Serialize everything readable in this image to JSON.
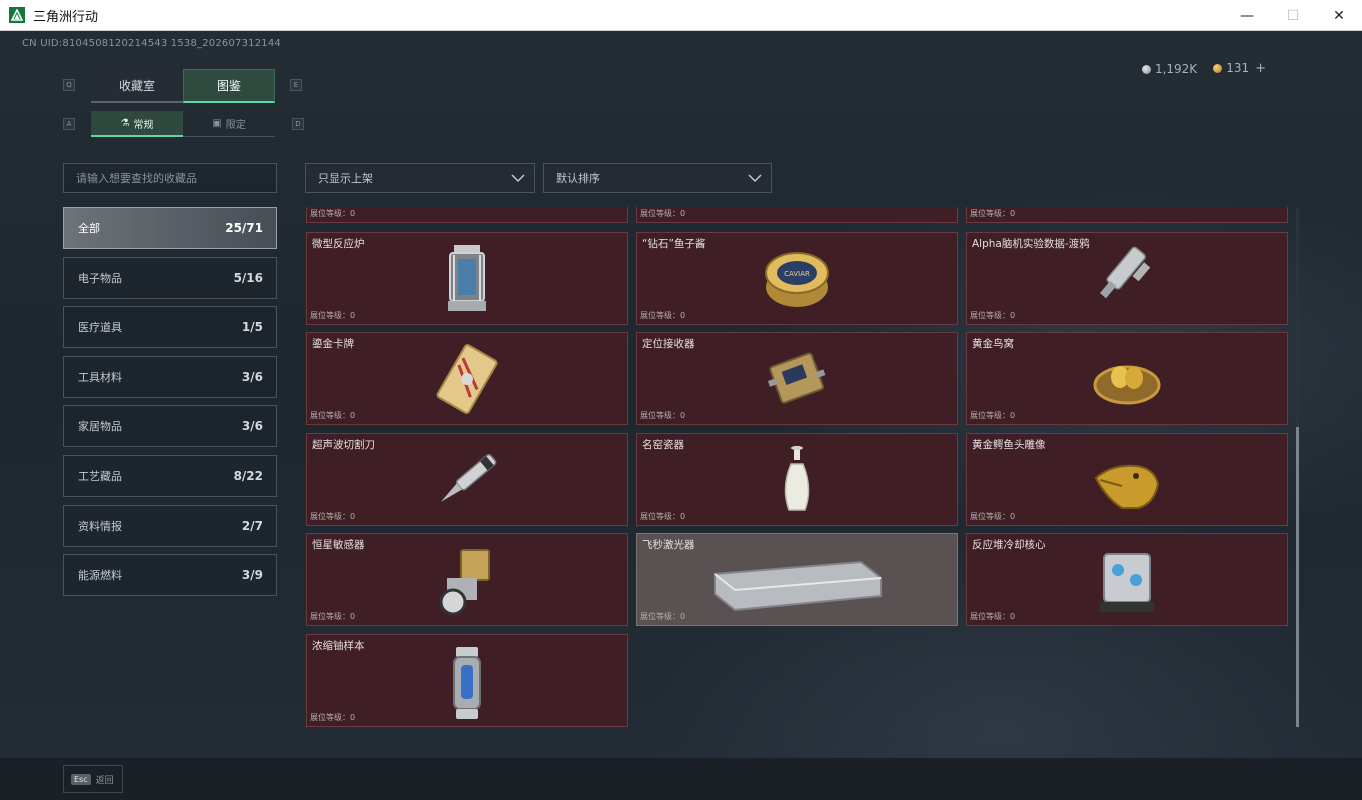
{
  "window": {
    "title": "三角洲行动",
    "minimize": "—",
    "maximize": "☐",
    "close": "✕"
  },
  "header": {
    "uid": "CN UID:8104508120214543 1538_202607312144",
    "silver": "1,192K",
    "gold": "131",
    "gold_plus": "+"
  },
  "tabs_main": {
    "key_left": "Q",
    "key_right": "E",
    "items": [
      {
        "label": "收藏室",
        "active": false
      },
      {
        "label": "图鉴",
        "active": true
      }
    ]
  },
  "tabs_sub": {
    "key_left": "A",
    "key_right": "D",
    "items": [
      {
        "label": "常规",
        "icon": "flask-icon",
        "active": true
      },
      {
        "label": "限定",
        "icon": "image-icon",
        "active": false
      }
    ]
  },
  "search": {
    "placeholder": "请输入想要查找的收藏品"
  },
  "filters": {
    "display": "只显示上架",
    "sort": "默认排序"
  },
  "categories": [
    {
      "label": "全部",
      "count": "25/71",
      "active": true
    },
    {
      "label": "电子物品",
      "count": "5/16",
      "active": false
    },
    {
      "label": "医疗道具",
      "count": "1/5",
      "active": false
    },
    {
      "label": "工具材料",
      "count": "3/6",
      "active": false
    },
    {
      "label": "家居物品",
      "count": "3/6",
      "active": false
    },
    {
      "label": "工艺藏品",
      "count": "8/22",
      "active": false
    },
    {
      "label": "资料情报",
      "count": "2/7",
      "active": false
    },
    {
      "label": "能源燃料",
      "count": "3/9",
      "active": false
    }
  ],
  "level_label": "展位等级：0",
  "items": [
    {
      "name": "",
      "icon": "partial-item-icon"
    },
    {
      "name": "",
      "icon": "partial-item-icon"
    },
    {
      "name": "",
      "icon": "partial-item-icon"
    },
    {
      "name": "微型反应炉",
      "icon": "reactor-icon"
    },
    {
      "name": "“钻石”鱼子酱",
      "icon": "caviar-tin-icon"
    },
    {
      "name": "Alpha脑机实验数据-渡鸦",
      "icon": "data-drive-icon"
    },
    {
      "name": "鎏金卡牌",
      "icon": "gold-card-icon"
    },
    {
      "name": "定位接收器",
      "icon": "receiver-icon"
    },
    {
      "name": "黄金鸟窝",
      "icon": "golden-nest-icon"
    },
    {
      "name": "超声波切割刀",
      "icon": "cutter-knife-icon"
    },
    {
      "name": "名窑瓷器",
      "icon": "porcelain-vase-icon"
    },
    {
      "name": "黄金鳄鱼头雕像",
      "icon": "gold-crocodile-icon"
    },
    {
      "name": "恒星敏感器",
      "icon": "star-sensor-icon"
    },
    {
      "name": "飞秒激光器",
      "icon": "laser-case-icon"
    },
    {
      "name": "反应堆冷却核心",
      "icon": "cooling-core-icon"
    },
    {
      "name": "浓缩铀样本",
      "icon": "uranium-sample-icon"
    }
  ],
  "footer": {
    "esc_key": "Esc",
    "back": "返回"
  }
}
